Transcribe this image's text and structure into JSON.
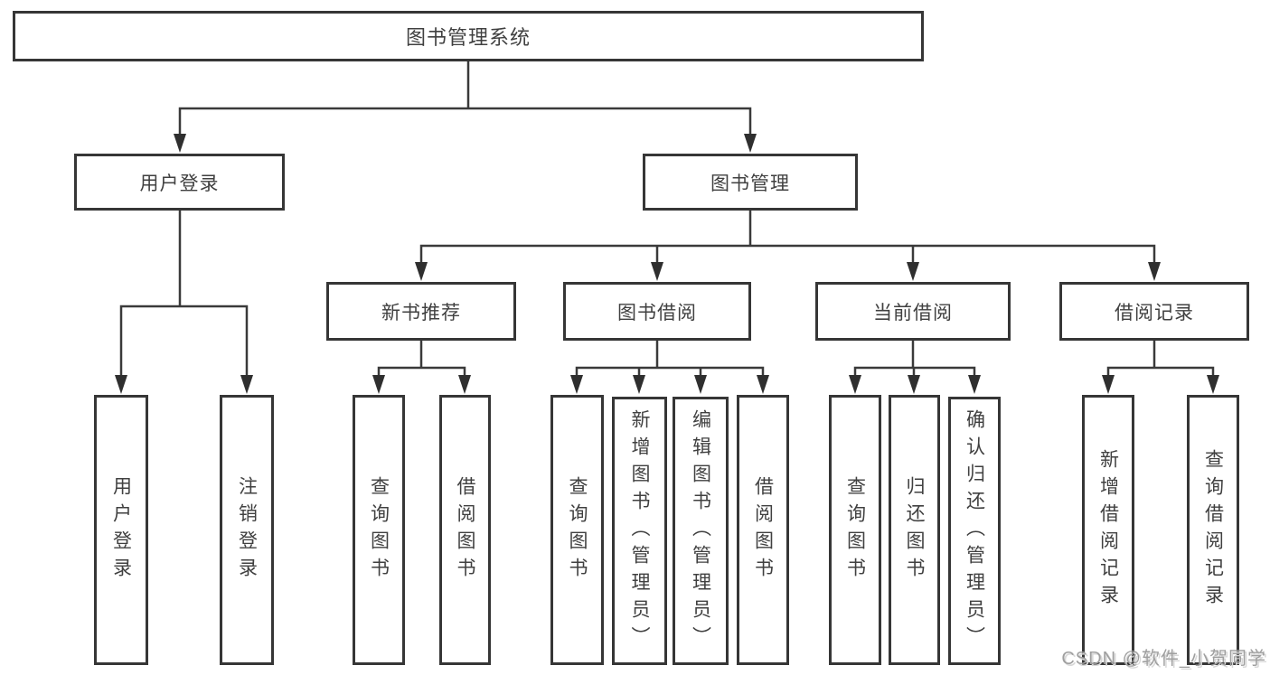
{
  "nodes": {
    "root": {
      "label": "图书管理系统"
    },
    "user_login": {
      "label": "用户登录"
    },
    "book_management": {
      "label": "图书管理"
    },
    "new_book_recommend": {
      "label": "新书推荐"
    },
    "book_borrow": {
      "label": "图书借阅"
    },
    "current_borrow": {
      "label": "当前借阅"
    },
    "borrow_records": {
      "label": "借阅记录"
    },
    "leaf_user_login": {
      "label": "用户登录"
    },
    "leaf_logout": {
      "label": "注销登录"
    },
    "leaf_query_books_a": {
      "label": "查询图书"
    },
    "leaf_borrow_books_a": {
      "label": "借阅图书"
    },
    "leaf_query_books_b": {
      "label": "查询图书"
    },
    "leaf_add_book": {
      "label": "新增图书（管理员）"
    },
    "leaf_edit_book": {
      "label": "编辑图书（管理员）"
    },
    "leaf_borrow_books_b": {
      "label": "借阅图书"
    },
    "leaf_query_books_c": {
      "label": "查询图书"
    },
    "leaf_return_books": {
      "label": "归还图书"
    },
    "leaf_confirm_return": {
      "label": "确认归还（管理员）"
    },
    "leaf_add_borrow_record": {
      "label": "新增借阅记录"
    },
    "leaf_query_borrow_record": {
      "label": "查询借阅记录"
    }
  },
  "watermark": {
    "text": "CSDN @软件_小贺同学"
  },
  "colors": {
    "line": "#3a3a3a",
    "border": "#363636",
    "text": "#404040",
    "watermark": "#9f9f9f",
    "background": "#ffffff"
  }
}
